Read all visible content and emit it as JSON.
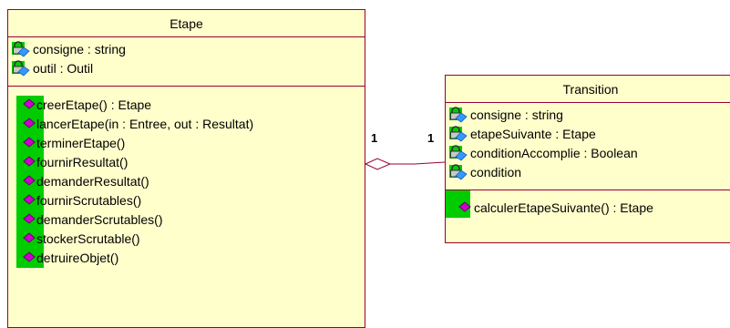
{
  "etape": {
    "title": "Etape",
    "attributes": [
      {
        "text": "consigne : string",
        "icon": "private-attribute-icon"
      },
      {
        "text": "outil : Outil",
        "icon": "private-attribute-icon"
      }
    ],
    "operations": [
      {
        "text": "creerEtape() : Etape",
        "icon": "public-operation-icon"
      },
      {
        "text": "lancerEtape(in : Entree, out : Resultat)",
        "icon": "public-operation-icon"
      },
      {
        "text": "terminerEtape()",
        "icon": "public-operation-icon"
      },
      {
        "text": "fournirResultat()",
        "icon": "public-operation-icon"
      },
      {
        "text": "demanderResultat()",
        "icon": "public-operation-icon"
      },
      {
        "text": "fournirScrutables()",
        "icon": "public-operation-icon"
      },
      {
        "text": "demanderScrutables()",
        "icon": "public-operation-icon"
      },
      {
        "text": "stockerScrutable()",
        "icon": "public-operation-icon"
      },
      {
        "text": "detruireObjet()",
        "icon": "public-operation-icon"
      }
    ]
  },
  "transition": {
    "title": "Transition",
    "attributes": [
      {
        "text": "consigne : string",
        "icon": "private-attribute-icon"
      },
      {
        "text": "etapeSuivante : Etape",
        "icon": "private-attribute-icon"
      },
      {
        "text": "conditionAccomplie : Boolean",
        "icon": "private-attribute-icon"
      },
      {
        "text": "condition",
        "icon": "private-attribute-icon"
      }
    ],
    "operations": [
      {
        "text": "calculerEtapeSuivante() : Etape",
        "icon": "public-operation-icon"
      }
    ]
  },
  "association": {
    "multiplicity_etape": "1",
    "multiplicity_transition": "1",
    "type": "aggregation"
  },
  "colors": {
    "class_fill": "#ffffcc",
    "class_border": "#990033",
    "icon_strip": "#00cc00",
    "operation_icon": "#cc00cc",
    "visibility_icon": "#3399ff"
  }
}
